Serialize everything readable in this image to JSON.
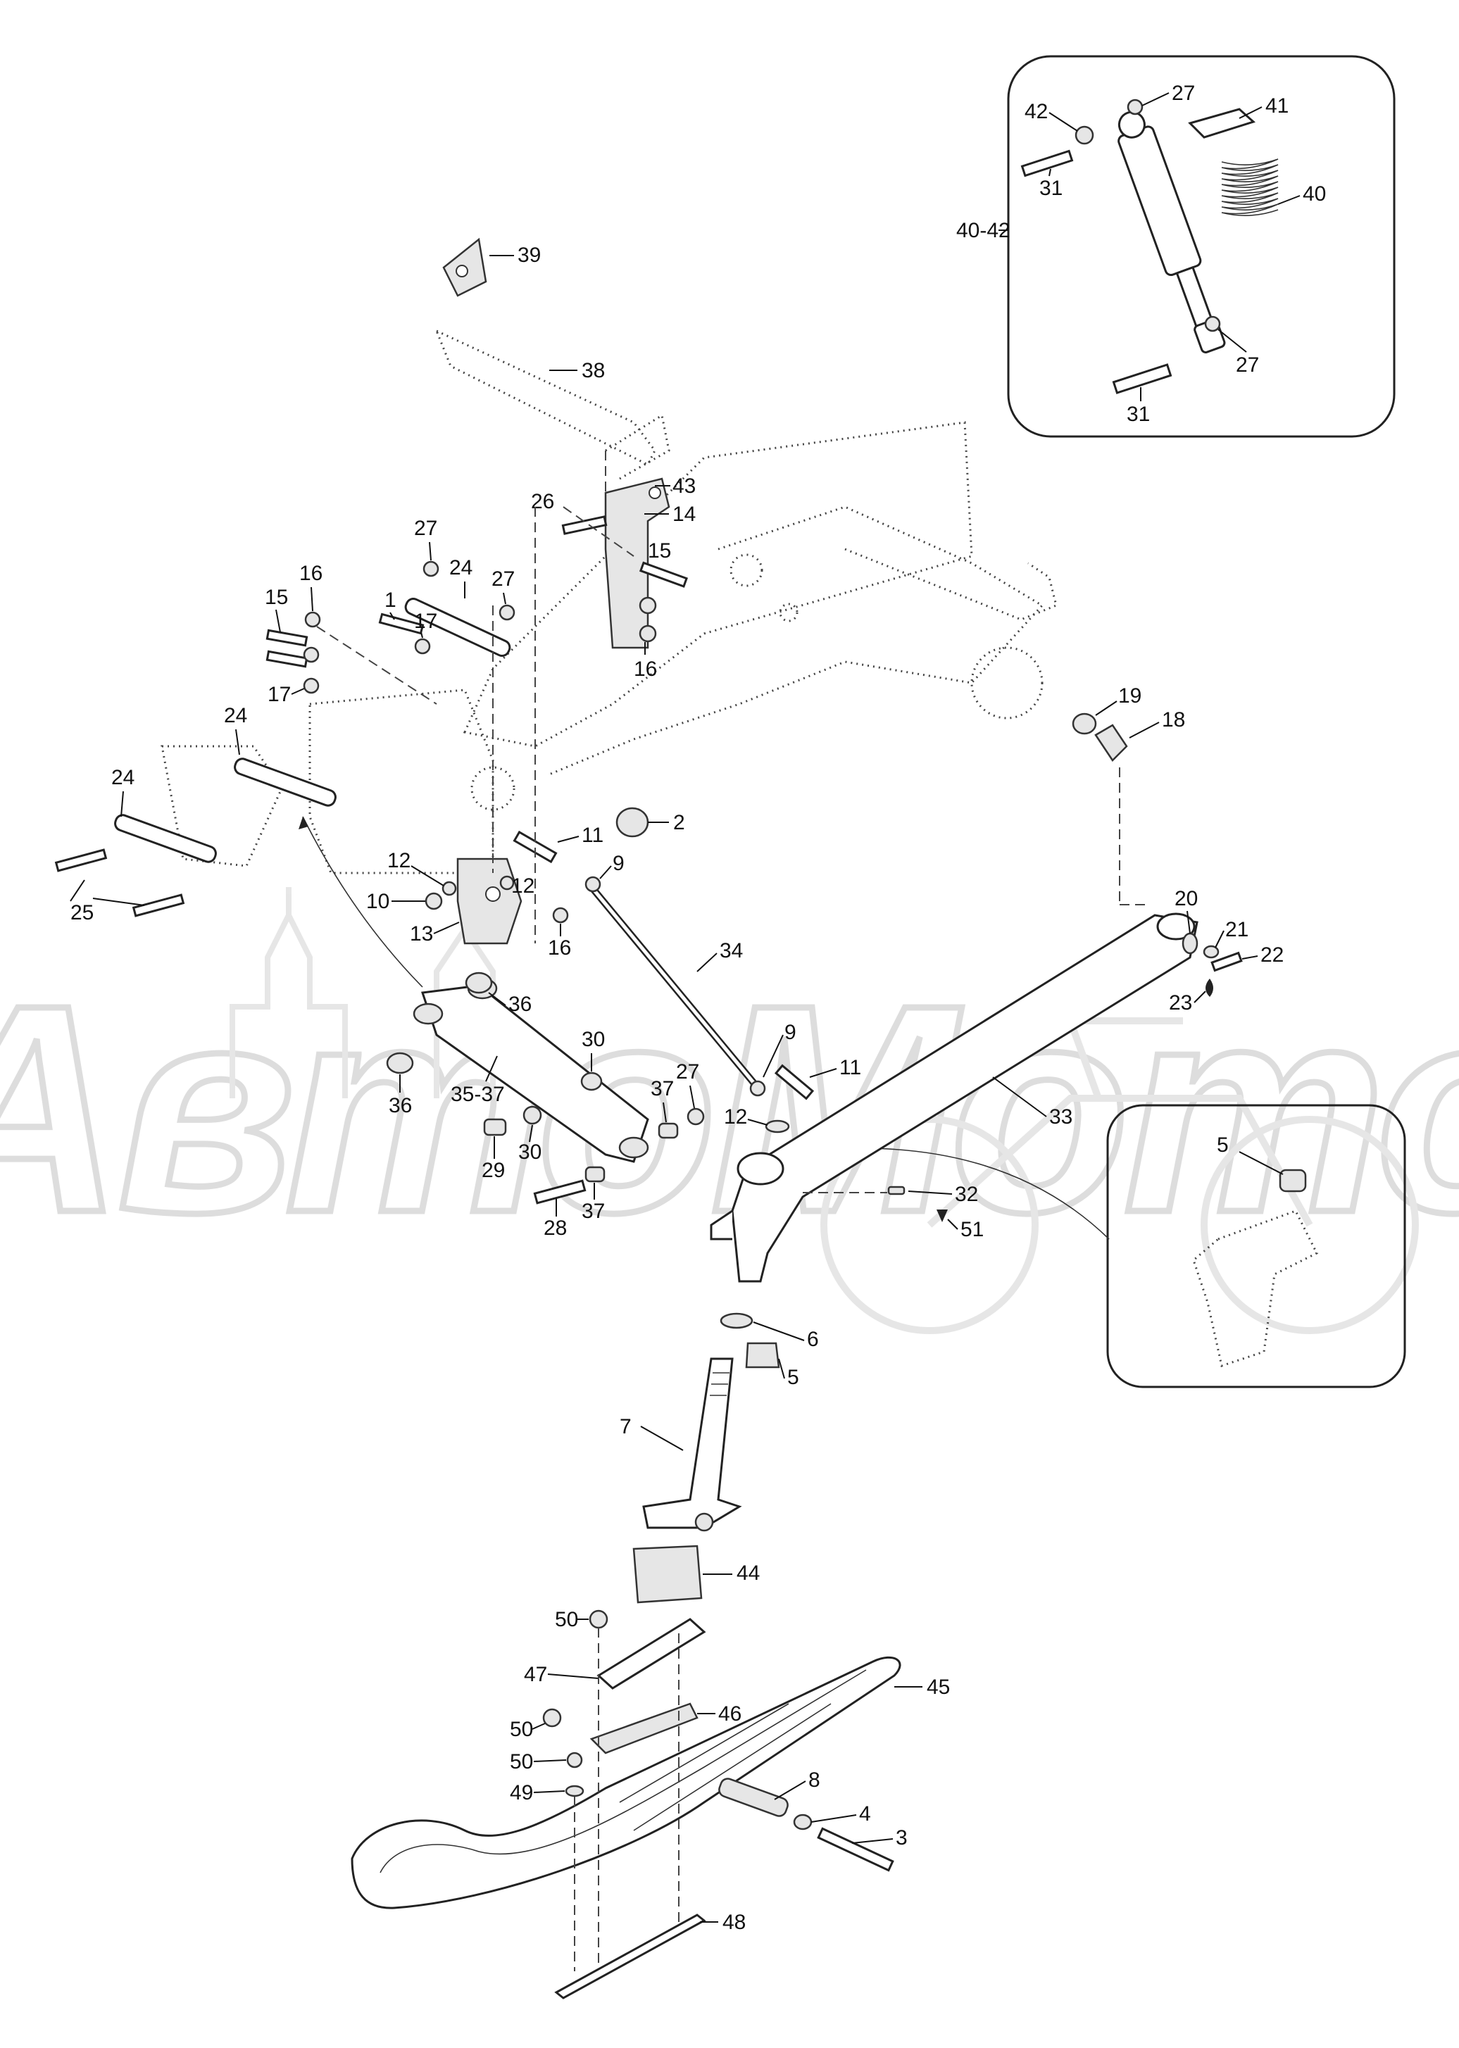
{
  "watermark": {
    "text": "АвтоМото"
  },
  "detail_box": {
    "label": "40-42"
  },
  "callouts": {
    "c1": "1",
    "c2": "2",
    "c3": "3",
    "c4": "4",
    "c5a": "5",
    "c5b": "5",
    "c6": "6",
    "c7": "7",
    "c8": "8",
    "c9a": "9",
    "c9b": "9",
    "c10": "10",
    "c11a": "11",
    "c11b": "11",
    "c12a": "12",
    "c12b": "12",
    "c12c": "12",
    "c13": "13",
    "c14": "14",
    "c15a": "15",
    "c15b": "15",
    "c16a": "16",
    "c16b": "16",
    "c16c": "16",
    "c17a": "17",
    "c17b": "17",
    "c18": "18",
    "c19": "19",
    "c20": "20",
    "c21": "21",
    "c22": "22",
    "c23": "23",
    "c24a": "24",
    "c24b": "24",
    "c24c": "24",
    "c25": "25",
    "c26": "26",
    "c27a": "27",
    "c27b": "27",
    "c27c": "27",
    "c27d": "27",
    "c27e": "27",
    "c28": "28",
    "c29": "29",
    "c30a": "30",
    "c30b": "30",
    "c31a": "31",
    "c31b": "31",
    "c32": "32",
    "c33": "33",
    "c34": "34",
    "c3537": "35-37",
    "c36a": "36",
    "c36b": "36",
    "c37a": "37",
    "c37b": "37",
    "c38": "38",
    "c39": "39",
    "c40": "40",
    "c41": "41",
    "c42": "42",
    "c43": "43",
    "c44": "44",
    "c45": "45",
    "c46": "46",
    "c47": "47",
    "c48": "48",
    "c49": "49",
    "c50a": "50",
    "c50b": "50",
    "c50c": "50",
    "c51": "51"
  }
}
